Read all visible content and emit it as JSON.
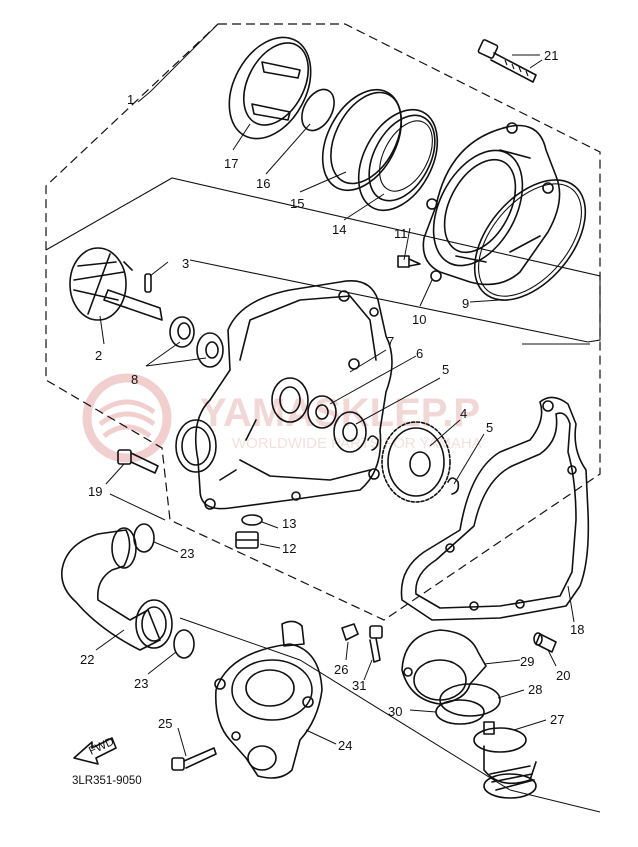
{
  "diagram": {
    "callouts": [
      "1",
      "2",
      "3",
      "4",
      "5",
      "5",
      "6",
      "7",
      "8",
      "9",
      "10",
      "11",
      "12",
      "13",
      "14",
      "15",
      "16",
      "17",
      "18",
      "19",
      "20",
      "21",
      "22",
      "23",
      "23",
      "24",
      "25",
      "26",
      "27",
      "28",
      "29",
      "30",
      "31"
    ],
    "catalog_code": "3LR351-9050",
    "fwd_label": "FWD",
    "watermark": {
      "text": "YAMASKLEP.P",
      "subtext": "WORLDWIDE PARTS FOR YAMAHA",
      "color": "#f1d3d3"
    }
  }
}
